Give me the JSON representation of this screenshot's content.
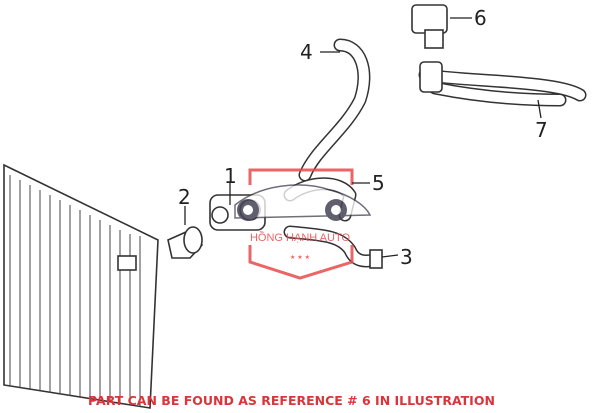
{
  "callouts": [
    {
      "id": "1",
      "label": "1"
    },
    {
      "id": "2",
      "label": "2"
    },
    {
      "id": "3",
      "label": "3"
    },
    {
      "id": "4",
      "label": "4"
    },
    {
      "id": "5",
      "label": "5"
    },
    {
      "id": "6",
      "label": "6"
    },
    {
      "id": "7",
      "label": "7"
    }
  ],
  "watermark": {
    "text": "HỒNG HẠNH AUTO",
    "stars": "★ ★ ★",
    "color": "#e8494c"
  },
  "caption": "PART CAN BE FOUND AS REFERENCE # 6 IN ILLUSTRATION",
  "colors": {
    "caption": "#d9353a",
    "lines": "#333333"
  }
}
